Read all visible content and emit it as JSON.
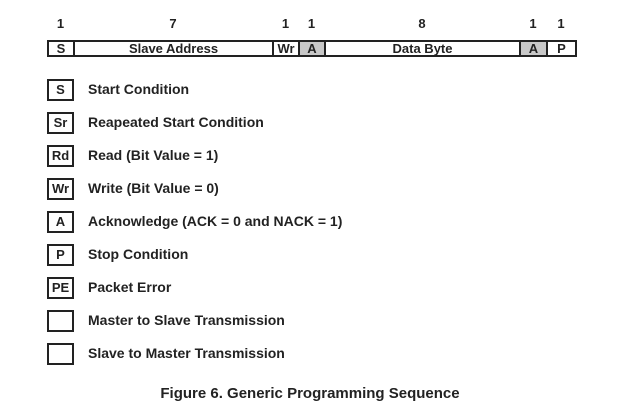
{
  "frame": [
    {
      "bits": "1",
      "label": "S",
      "shaded": false
    },
    {
      "bits": "7",
      "label": "Slave Address",
      "shaded": false
    },
    {
      "bits": "1",
      "label": "Wr",
      "shaded": false
    },
    {
      "bits": "1",
      "label": "A",
      "shaded": true
    },
    {
      "bits": "8",
      "label": "Data Byte",
      "shaded": false
    },
    {
      "bits": "1",
      "label": "A",
      "shaded": true
    },
    {
      "bits": "1",
      "label": "P",
      "shaded": false
    }
  ],
  "legend": [
    {
      "symbol": "S",
      "text": "Start Condition"
    },
    {
      "symbol": "Sr",
      "text": "Reapeated Start Condition"
    },
    {
      "symbol": "Rd",
      "text": "Read (Bit Value = 1)"
    },
    {
      "symbol": "Wr",
      "text": "Write (Bit Value = 0)"
    },
    {
      "symbol": "A",
      "text": "Acknowledge (ACK = 0 and NACK = 1)"
    },
    {
      "symbol": "P",
      "text": "Stop Condition"
    },
    {
      "symbol": "PE",
      "text": "Packet Error"
    },
    {
      "symbol": "",
      "text": "Master to Slave Transmission"
    },
    {
      "symbol": "",
      "text": "Slave to Master Transmission",
      "shaded": true
    }
  ],
  "caption": "Figure 6. Generic Programming Sequence",
  "colors": {
    "shade": "#c8c8c8",
    "stroke": "#222222"
  }
}
